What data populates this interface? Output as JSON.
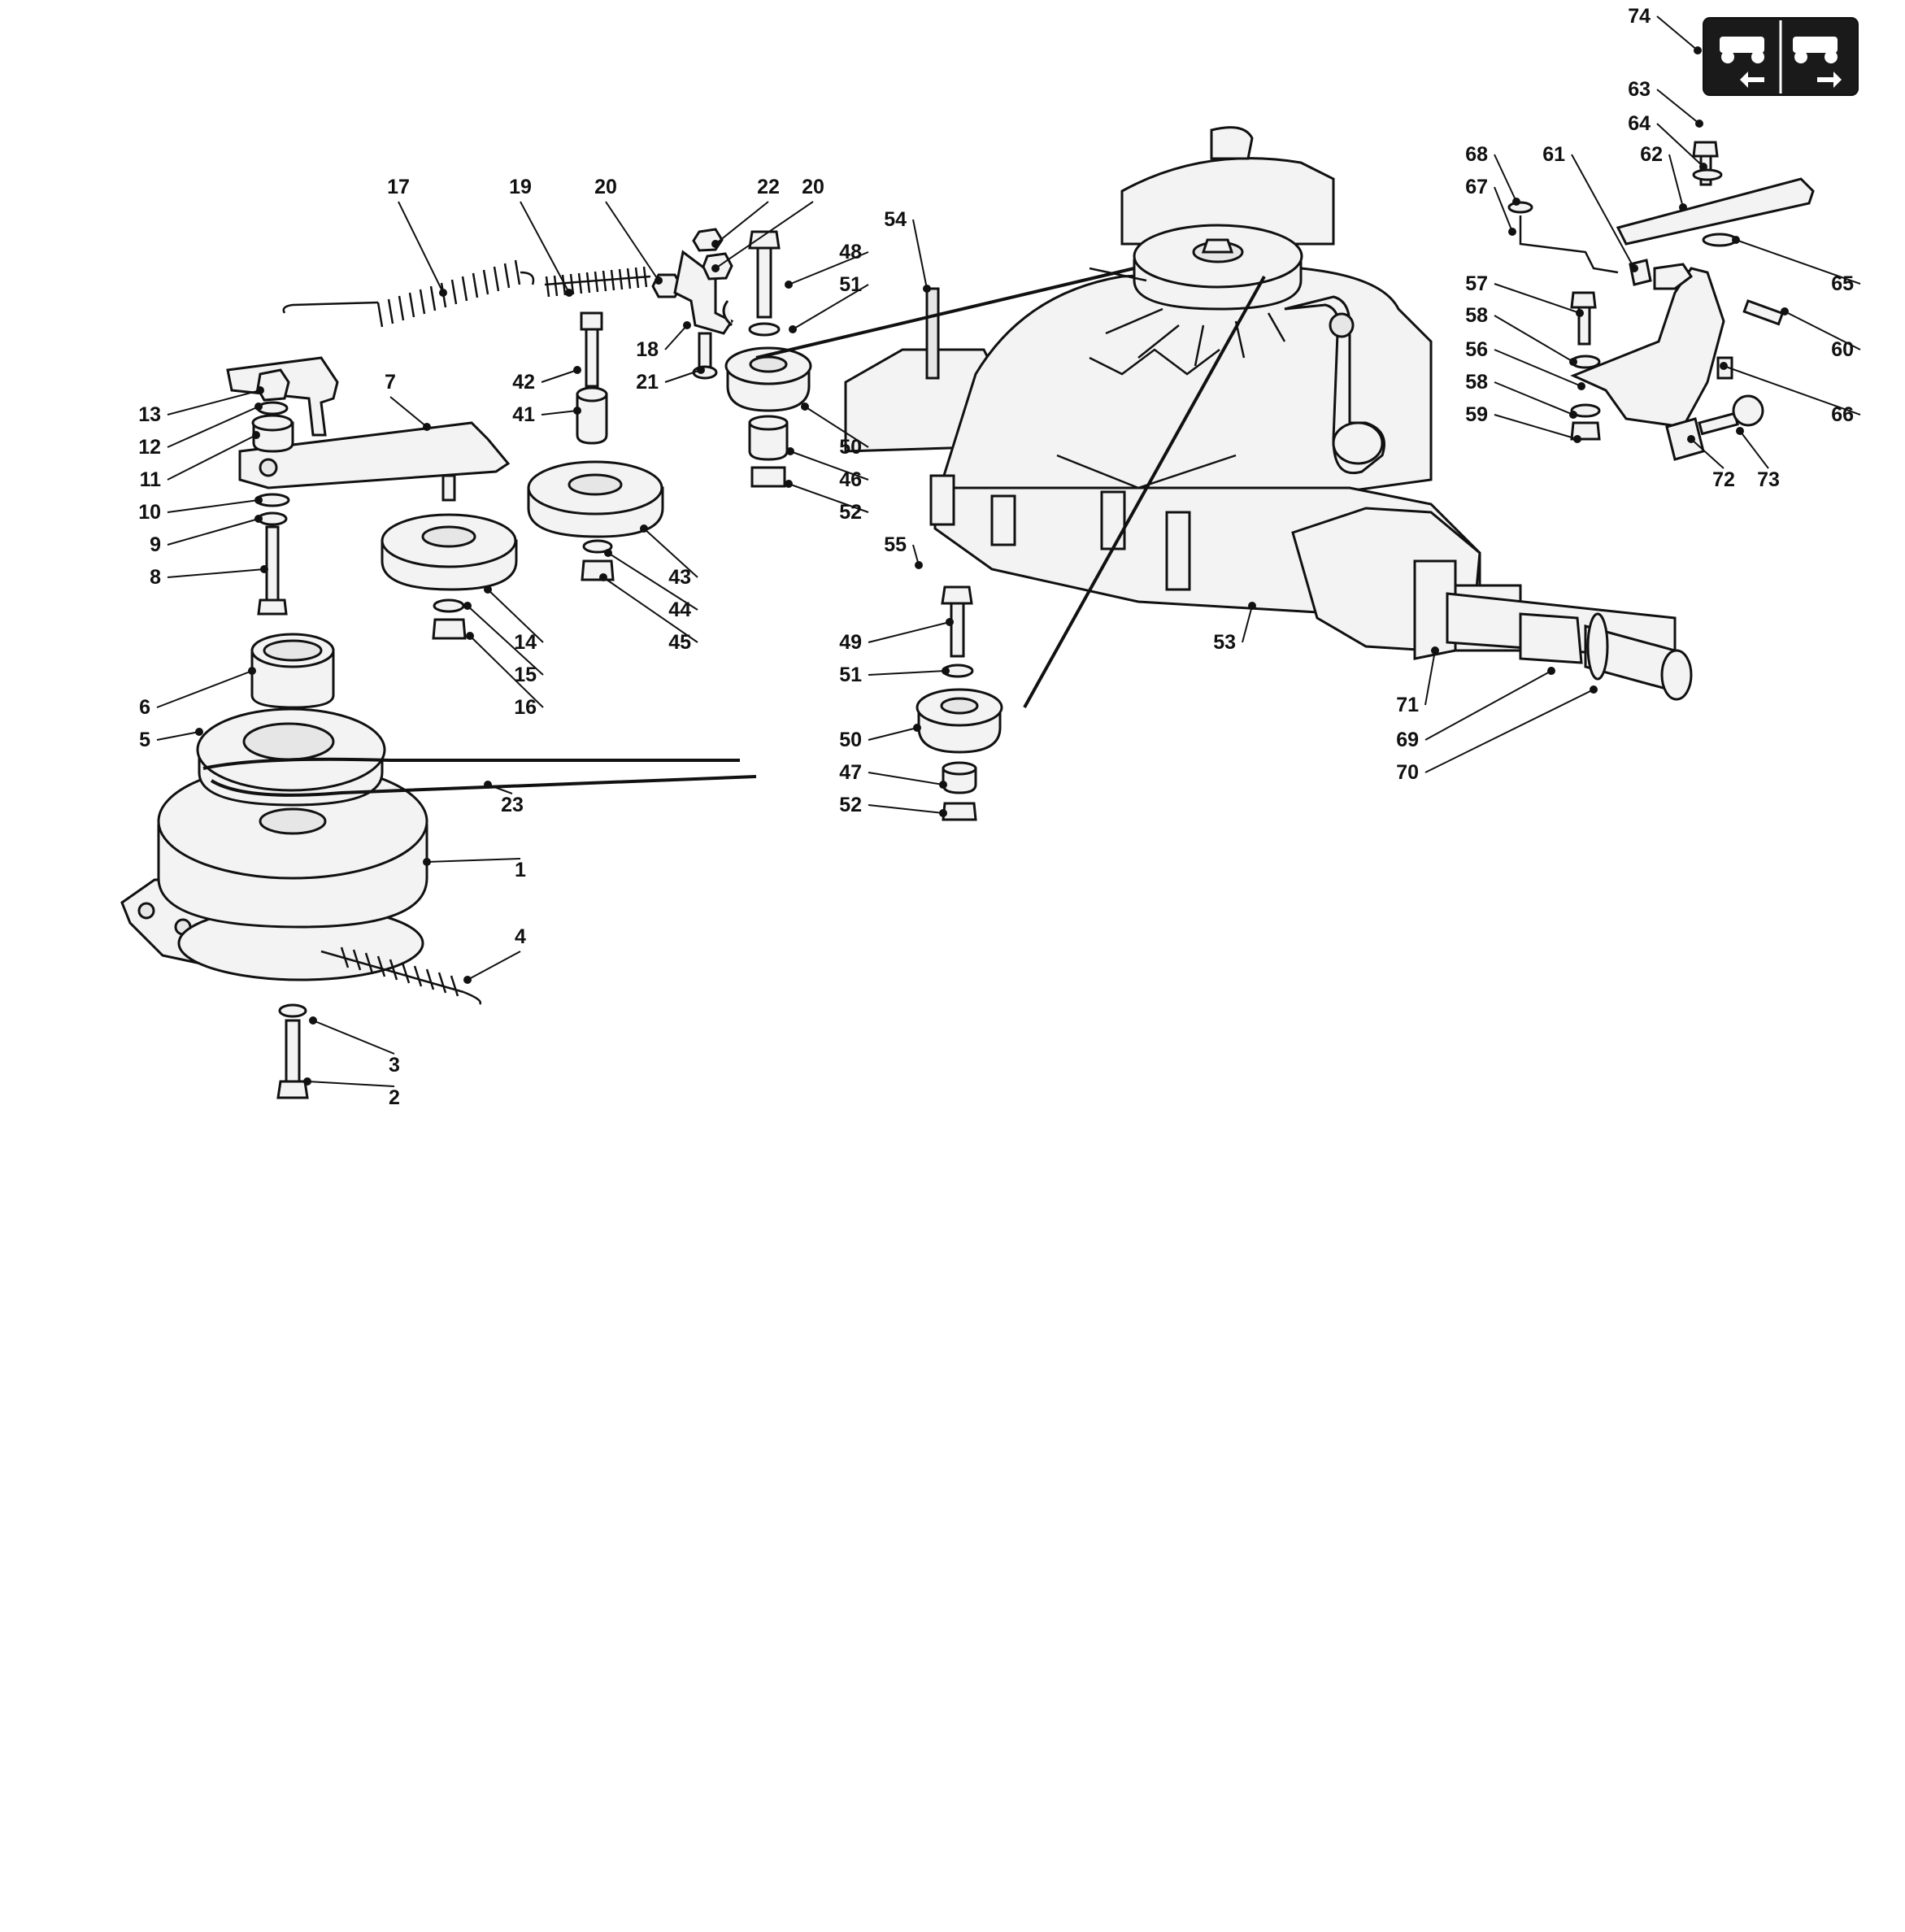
{
  "diagram": {
    "callouts": [
      {
        "id": "c1",
        "text": "1"
      },
      {
        "id": "c2",
        "text": "2"
      },
      {
        "id": "c3",
        "text": "3"
      },
      {
        "id": "c4",
        "text": "4"
      },
      {
        "id": "c5",
        "text": "5"
      },
      {
        "id": "c6",
        "text": "6"
      },
      {
        "id": "c7",
        "text": "7"
      },
      {
        "id": "c8",
        "text": "8"
      },
      {
        "id": "c9",
        "text": "9"
      },
      {
        "id": "c10",
        "text": "10"
      },
      {
        "id": "c11",
        "text": "11"
      },
      {
        "id": "c12",
        "text": "12"
      },
      {
        "id": "c13",
        "text": "13"
      },
      {
        "id": "c14",
        "text": "14"
      },
      {
        "id": "c15",
        "text": "15"
      },
      {
        "id": "c16",
        "text": "16"
      },
      {
        "id": "c17",
        "text": "17"
      },
      {
        "id": "c18",
        "text": "18"
      },
      {
        "id": "c19",
        "text": "19"
      },
      {
        "id": "c20a",
        "text": "20"
      },
      {
        "id": "c20b",
        "text": "20"
      },
      {
        "id": "c21",
        "text": "21"
      },
      {
        "id": "c22",
        "text": "22"
      },
      {
        "id": "c23",
        "text": "23"
      },
      {
        "id": "c41",
        "text": "41"
      },
      {
        "id": "c42",
        "text": "42"
      },
      {
        "id": "c43",
        "text": "43"
      },
      {
        "id": "c44",
        "text": "44"
      },
      {
        "id": "c45",
        "text": "45"
      },
      {
        "id": "c46",
        "text": "46"
      },
      {
        "id": "c47",
        "text": "47"
      },
      {
        "id": "c48",
        "text": "48"
      },
      {
        "id": "c49",
        "text": "49"
      },
      {
        "id": "c50a",
        "text": "50"
      },
      {
        "id": "c50b",
        "text": "50"
      },
      {
        "id": "c51a",
        "text": "51"
      },
      {
        "id": "c51b",
        "text": "51"
      },
      {
        "id": "c52a",
        "text": "52"
      },
      {
        "id": "c52b",
        "text": "52"
      },
      {
        "id": "c53",
        "text": "53"
      },
      {
        "id": "c54",
        "text": "54"
      },
      {
        "id": "c55",
        "text": "55"
      },
      {
        "id": "c56",
        "text": "56"
      },
      {
        "id": "c57",
        "text": "57"
      },
      {
        "id": "c58a",
        "text": "58"
      },
      {
        "id": "c58b",
        "text": "58"
      },
      {
        "id": "c59",
        "text": "59"
      },
      {
        "id": "c60",
        "text": "60"
      },
      {
        "id": "c61",
        "text": "61"
      },
      {
        "id": "c62",
        "text": "62"
      },
      {
        "id": "c63",
        "text": "63"
      },
      {
        "id": "c64",
        "text": "64"
      },
      {
        "id": "c65",
        "text": "65"
      },
      {
        "id": "c66",
        "text": "66"
      },
      {
        "id": "c67",
        "text": "67"
      },
      {
        "id": "c68",
        "text": "68"
      },
      {
        "id": "c69",
        "text": "69"
      },
      {
        "id": "c70",
        "text": "70"
      },
      {
        "id": "c71",
        "text": "71"
      },
      {
        "id": "c72",
        "text": "72"
      },
      {
        "id": "c73",
        "text": "73"
      },
      {
        "id": "c74",
        "text": "74"
      }
    ],
    "badge_icons": [
      "tractor-forward-arrow-icon",
      "tractor-reverse-arrow-icon"
    ]
  }
}
